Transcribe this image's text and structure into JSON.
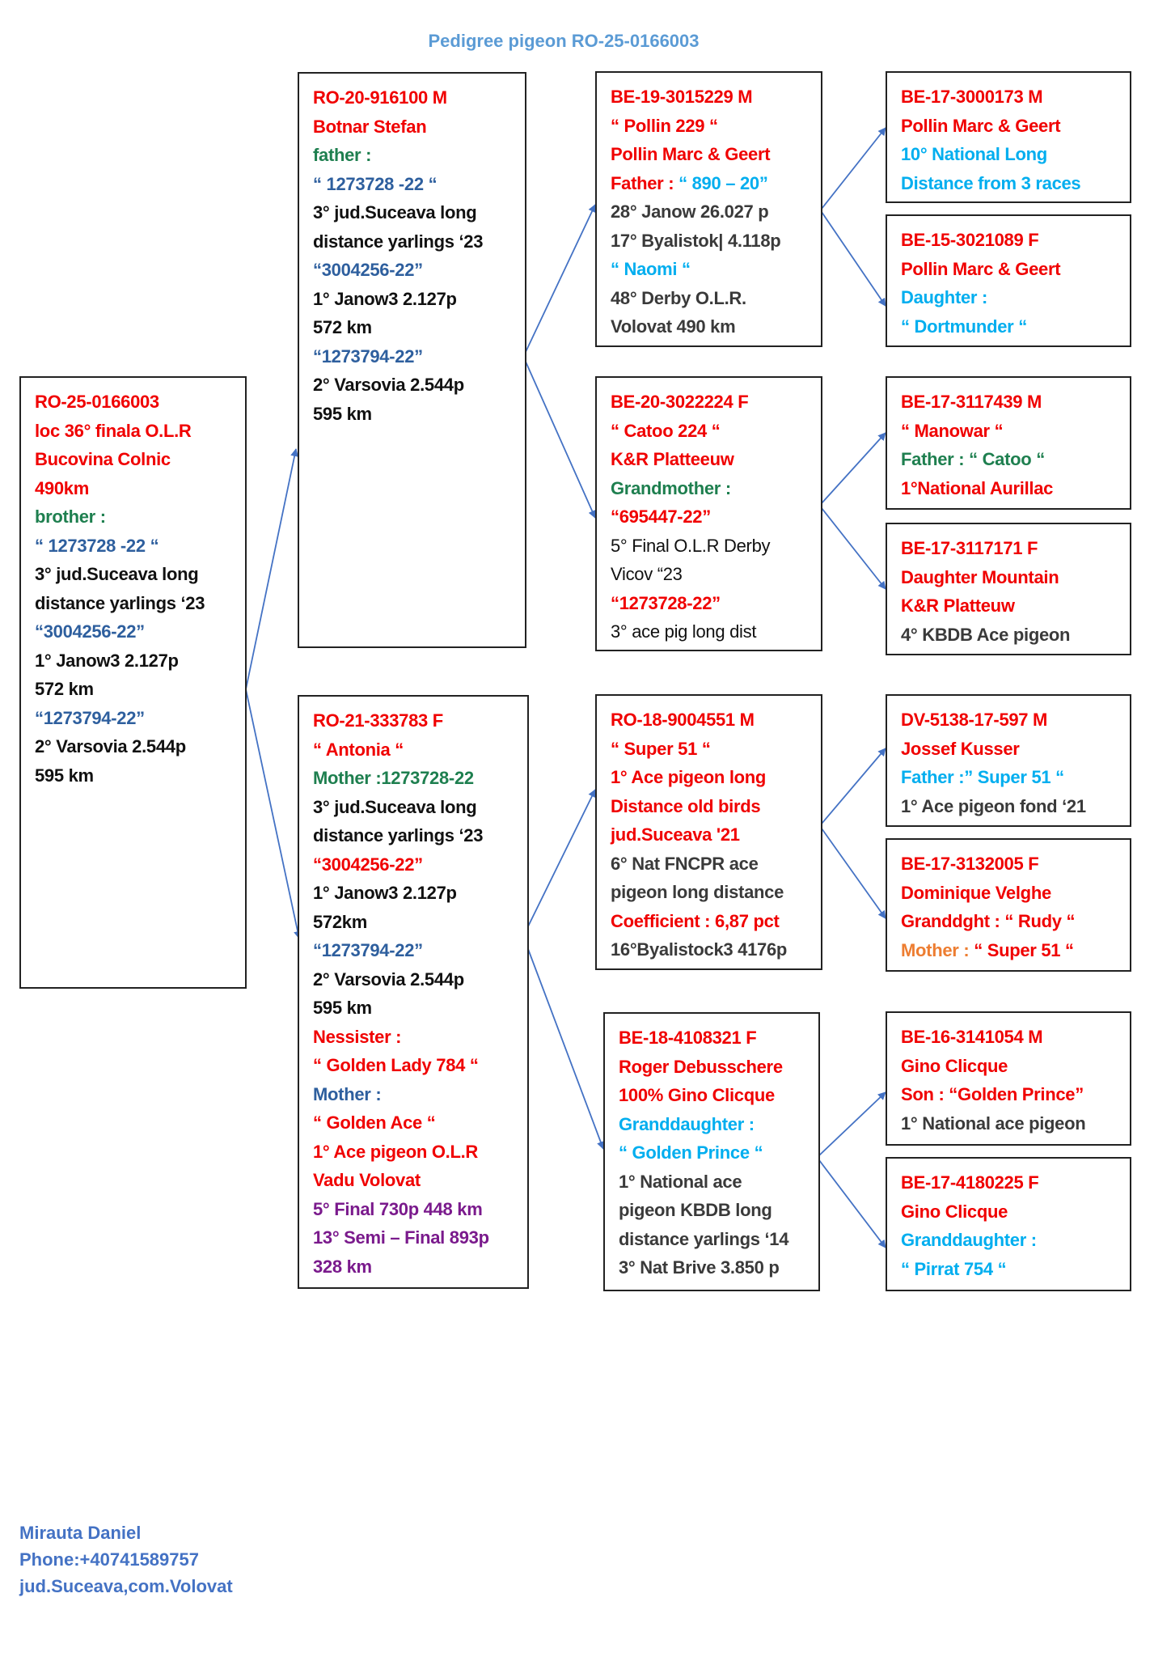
{
  "title": "Pedigree pigeon RO-25-0166003",
  "colors": {
    "r": "#f00000",
    "b": "#2e5f9e",
    "c": "#00aeef",
    "g": "#1e7f4f",
    "k": "#111111",
    "d": "#3a3a3a",
    "p": "#7a1a8c",
    "o": "#ed7d31",
    "line": "#4472c4"
  },
  "boxes": {
    "subject": [
      [
        [
          "RO-25-0166003",
          "r"
        ]
      ],
      [
        [
          "loc 36° finala O.L.R",
          "r"
        ]
      ],
      [
        [
          "Bucovina Colnic",
          "r"
        ]
      ],
      [
        [
          "490km",
          "r"
        ]
      ],
      [
        [
          "brother :",
          "g"
        ]
      ],
      [
        [
          "“ 1273728 -22 “",
          "b"
        ]
      ],
      [
        [
          "3° jud.Suceava long",
          "k"
        ]
      ],
      [
        [
          "distance yarlings ‘23",
          "k"
        ]
      ],
      [
        [
          "“3004256-22”",
          "b"
        ]
      ],
      [
        [
          "1° Janow3 2.127p",
          "k"
        ]
      ],
      [
        [
          "572 km",
          "k"
        ]
      ],
      [
        [
          "“1273794-22”",
          "b"
        ]
      ],
      [
        [
          "2° Varsovia 2.544p",
          "k"
        ]
      ],
      [
        [
          "595 km",
          "k"
        ]
      ]
    ],
    "sire": [
      [
        [
          "RO-20-916100 M",
          "r"
        ]
      ],
      [
        [
          "Botnar Stefan",
          "r"
        ]
      ],
      [
        [
          "father :",
          "g"
        ]
      ],
      [
        [
          "“ 1273728 -22 “",
          "b"
        ]
      ],
      [
        [
          "3° jud.Suceava long",
          "k"
        ]
      ],
      [
        [
          "distance yarlings ‘23",
          "k"
        ]
      ],
      [
        [
          "“3004256-22”",
          "b"
        ]
      ],
      [
        [
          "1° Janow3 2.127p",
          "k"
        ]
      ],
      [
        [
          "572 km",
          "k"
        ]
      ],
      [
        [
          "“1273794-22”",
          "b"
        ]
      ],
      [
        [
          "2° Varsovia 2.544p",
          "k"
        ]
      ],
      [
        [
          "595 km",
          "k"
        ]
      ]
    ],
    "dam": [
      [
        [
          "RO-21-333783 F",
          "r"
        ]
      ],
      [
        [
          "“ Antonia “",
          "r"
        ]
      ],
      [
        [
          "Mother :1273728-22",
          "g"
        ]
      ],
      [
        [
          "3° jud.Suceava long",
          "k"
        ]
      ],
      [
        [
          "distance yarlings ‘23",
          "k"
        ]
      ],
      [
        [
          "“3004256-22”",
          "r"
        ]
      ],
      [
        [
          "1° Janow3 2.127p",
          "k"
        ]
      ],
      [
        [
          "572km",
          "k"
        ]
      ],
      [
        [
          "“1273794-22”",
          "b"
        ]
      ],
      [
        [
          "2° Varsovia 2.544p",
          "k"
        ]
      ],
      [
        [
          "595 km",
          "k"
        ]
      ],
      [
        [
          "Nessister :",
          "r"
        ]
      ],
      [
        [
          "“ Golden Lady 784 “",
          "r"
        ]
      ],
      [
        [
          "Mother :",
          "b"
        ]
      ],
      [
        [
          "“ Golden Ace “",
          "r"
        ]
      ],
      [
        [
          "1° Ace pigeon O.L.R",
          "r"
        ]
      ],
      [
        [
          "Vadu Volovat",
          "r"
        ]
      ],
      [
        [
          "5° Final 730p 448 km",
          "p"
        ]
      ],
      [
        [
          "13° Semi – Final 893p",
          "p"
        ]
      ],
      [
        [
          "328 km",
          "p"
        ]
      ]
    ],
    "d1": [
      [
        [
          "BE-19-3015229 M",
          "r"
        ]
      ],
      [
        [
          "“ Pollin 229 “",
          "r"
        ]
      ],
      [
        [
          "Pollin Marc & Geert",
          "r"
        ]
      ],
      [
        [
          "Father : ",
          "r"
        ],
        [
          "“ 890 – 20”",
          "c"
        ]
      ],
      [
        [
          "28° Janow 26.027 p",
          "d"
        ]
      ],
      [
        [
          "17° Byalistok| 4.118p",
          "d"
        ]
      ],
      [
        [
          "“ Naomi “",
          "c"
        ]
      ],
      [
        [
          "48° Derby O.L.R.",
          "d"
        ]
      ],
      [
        [
          "Volovat 490 km",
          "d"
        ]
      ]
    ],
    "d2": [
      [
        [
          "BE-20-3022224 F",
          "r"
        ]
      ],
      [
        [
          "“ Catoo 224 “",
          "r"
        ]
      ],
      [
        [
          "K&R Platteeuw",
          "r"
        ]
      ],
      [
        [
          "Grandmother :",
          "g"
        ]
      ],
      [
        [
          "“695447-22”",
          "r"
        ]
      ],
      [
        [
          "5° Final O.L.R Derby",
          "k",
          "n"
        ]
      ],
      [
        [
          "Vicov “23",
          "k",
          "n"
        ]
      ],
      [
        [
          "“1273728-22”",
          "r"
        ]
      ],
      [
        [
          "3° ace pig long dist",
          "k",
          "n"
        ]
      ]
    ],
    "d3": [
      [
        [
          "RO-18-9004551 M",
          "r"
        ]
      ],
      [
        [
          "“ Super 51 “",
          "r"
        ]
      ],
      [
        [
          "1° Ace pigeon long",
          "r"
        ]
      ],
      [
        [
          "Distance old birds",
          "r"
        ]
      ],
      [
        [
          "jud.Suceava '21",
          "r"
        ]
      ],
      [
        [
          "6° Nat FNCPR ace",
          "d"
        ]
      ],
      [
        [
          "pigeon long distance",
          "d"
        ]
      ],
      [
        [
          "Coefficient : 6,87 pct",
          "r"
        ]
      ],
      [
        [
          "16°Byalistock3 4176p",
          "d"
        ]
      ]
    ],
    "d4": [
      [
        [
          "BE-18-4108321 F",
          "r"
        ]
      ],
      [
        [
          "Roger Debusschere",
          "r"
        ]
      ],
      [
        [
          "100% Gino Clicque",
          "r"
        ]
      ],
      [
        [
          "Granddaughter :",
          "c"
        ]
      ],
      [
        [
          "“ Golden Prince “",
          "c"
        ]
      ],
      [
        [
          "1° National ace",
          "d"
        ]
      ],
      [
        [
          "pigeon KBDB long",
          "d"
        ]
      ],
      [
        [
          "distance yarlings ‘14",
          "d"
        ]
      ],
      [
        [
          "3° Nat Brive 3.850 p",
          "d"
        ]
      ]
    ],
    "e1": [
      [
        [
          "BE-17-3000173 M",
          "r"
        ]
      ],
      [
        [
          "Pollin Marc & Geert",
          "r"
        ]
      ],
      [
        [
          "10° National Long",
          "c"
        ]
      ],
      [
        [
          "Distance from 3 races",
          "c"
        ]
      ]
    ],
    "e2": [
      [
        [
          "BE-15-3021089 F",
          "r"
        ]
      ],
      [
        [
          "Pollin Marc & Geert",
          "r"
        ]
      ],
      [
        [
          "Daughter :",
          "c"
        ]
      ],
      [
        [
          "“ Dortmunder “",
          "c"
        ]
      ]
    ],
    "e3": [
      [
        [
          "BE-17-3117439 M",
          "r"
        ]
      ],
      [
        [
          "“ Manowar “",
          "r"
        ]
      ],
      [
        [
          "Father : “ Catoo “",
          "g"
        ]
      ],
      [
        [
          "1°National Aurillac",
          "r"
        ]
      ]
    ],
    "e4": [
      [
        [
          "BE-17-3117171 F",
          "r"
        ]
      ],
      [
        [
          " Daughter Mountain",
          "r"
        ]
      ],
      [
        [
          "K&R Platteuw",
          "r"
        ]
      ],
      [
        [
          "4° KBDB Ace pigeon",
          "d"
        ]
      ]
    ],
    "e5": [
      [
        [
          "DV-5138-17-597 M",
          "r"
        ]
      ],
      [
        [
          "Jossef Kusser",
          "r"
        ]
      ],
      [
        [
          "Father :” Super 51 “",
          "c"
        ]
      ],
      [
        [
          "1° Ace pigeon  fond ‘21",
          "d"
        ]
      ]
    ],
    "e6": [
      [
        [
          "BE-17-3132005 F",
          "r"
        ]
      ],
      [
        [
          "Dominique Velghe",
          "r"
        ]
      ],
      [
        [
          "Granddght : “ Rudy “",
          "r"
        ]
      ],
      [
        [
          "Mother : ",
          "o"
        ],
        [
          "“ Super 51 “",
          "r"
        ]
      ]
    ],
    "e7": [
      [
        [
          "BE-16-3141054 M",
          "r"
        ]
      ],
      [
        [
          "Gino Clicque",
          "r"
        ]
      ],
      [
        [
          "Son : “Golden Prince”",
          "r"
        ]
      ],
      [
        [
          "1° National ace pigeon",
          "d"
        ]
      ]
    ],
    "e8": [
      [
        [
          "BE-17-4180225 F",
          "r"
        ]
      ],
      [
        [
          "Gino Clicque",
          "r"
        ]
      ],
      [
        [
          "Granddaughter :",
          "c"
        ]
      ],
      [
        [
          "“ Pirrat 754 “",
          "c"
        ]
      ]
    ]
  },
  "footer": {
    "name": "Mirauta Daniel",
    "phone": "Phone:+40741589757",
    "address": "jud.Suceava,com.Volovat"
  }
}
